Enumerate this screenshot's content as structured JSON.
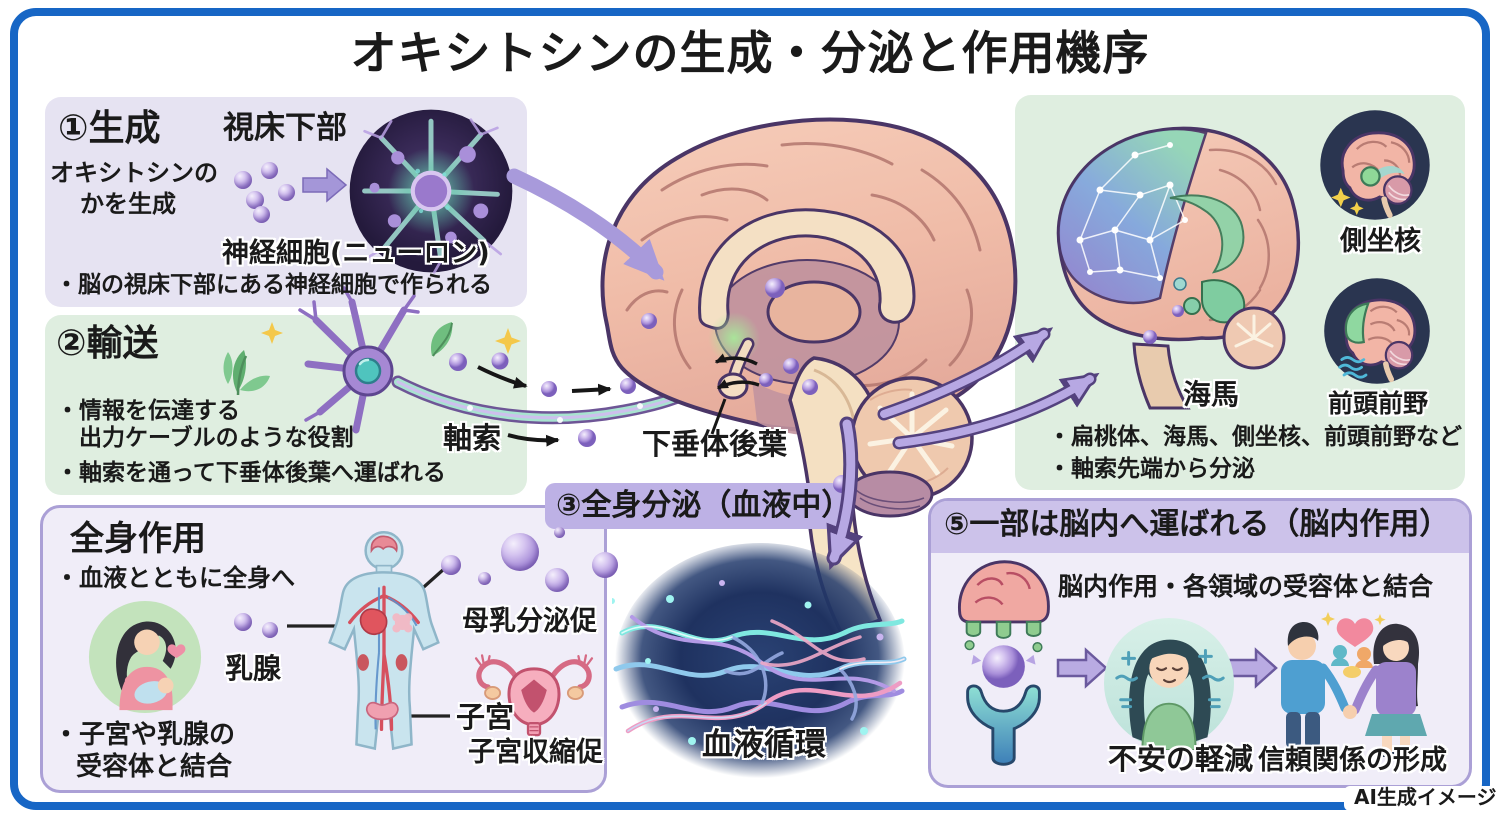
{
  "title": "オキシトシンの生成・分泌と作用機序",
  "watermark": "AI生成イメージ",
  "colors": {
    "frame_blue": "#1766C5",
    "lavender_panel": "#E6E3F2",
    "green_panel": "#DFEEE0",
    "purple_banner": "#BDB1E5",
    "panel_border": "#ABA0D6",
    "oxytocin_purple": "#9A7FD0",
    "arrow_purple": "#A89ADB"
  },
  "production": {
    "heading": "①生成",
    "hypothalamus_label": "視床下部",
    "desc_line1": "オキシトシンの",
    "desc_line2": "かを生成",
    "neuron_label": "神経細胞(ニューロン)",
    "bullet": "・脳の視床下部にある神経細胞で作られる"
  },
  "transport": {
    "heading": "②輸送",
    "bullet1_line1": "・情報を伝達する",
    "bullet1_line2": "出力ケーブルのような役割",
    "axon_label": "軸索",
    "bullet2": "・軸索を通って下垂体後葉へ運ばれる"
  },
  "secretion": {
    "banner": "③全身分泌（血液中）",
    "pituitary_label": "下垂体後葉"
  },
  "systemic": {
    "heading": "全身作用",
    "bullet1": "・血液とともに全身へ",
    "mammary_label": "乳腺",
    "milk_label": "母乳分泌促",
    "uterus_label": "子宮",
    "contraction_label": "子宮収縮促",
    "bullet2_line1": "・子宮や乳腺の",
    "bullet2_line2": "受容体と結合"
  },
  "circulation": {
    "label": "血液循環"
  },
  "brain_regions": {
    "accumbens_label": "側坐核",
    "hippocampus_label": "海馬",
    "prefrontal_label": "前頭前野",
    "bullet1": "・扁桃体、海馬、側坐核、前頭前野など",
    "bullet2": "・軸索先端から分泌"
  },
  "brain_action": {
    "banner": "⑤一部は脳内へ運ばれる（脳内作用）",
    "subtitle": "脳内作用・各領域の受容体と結合",
    "anxiety_label": "不安の軽減",
    "trust_label": "信頼関係の形成"
  }
}
